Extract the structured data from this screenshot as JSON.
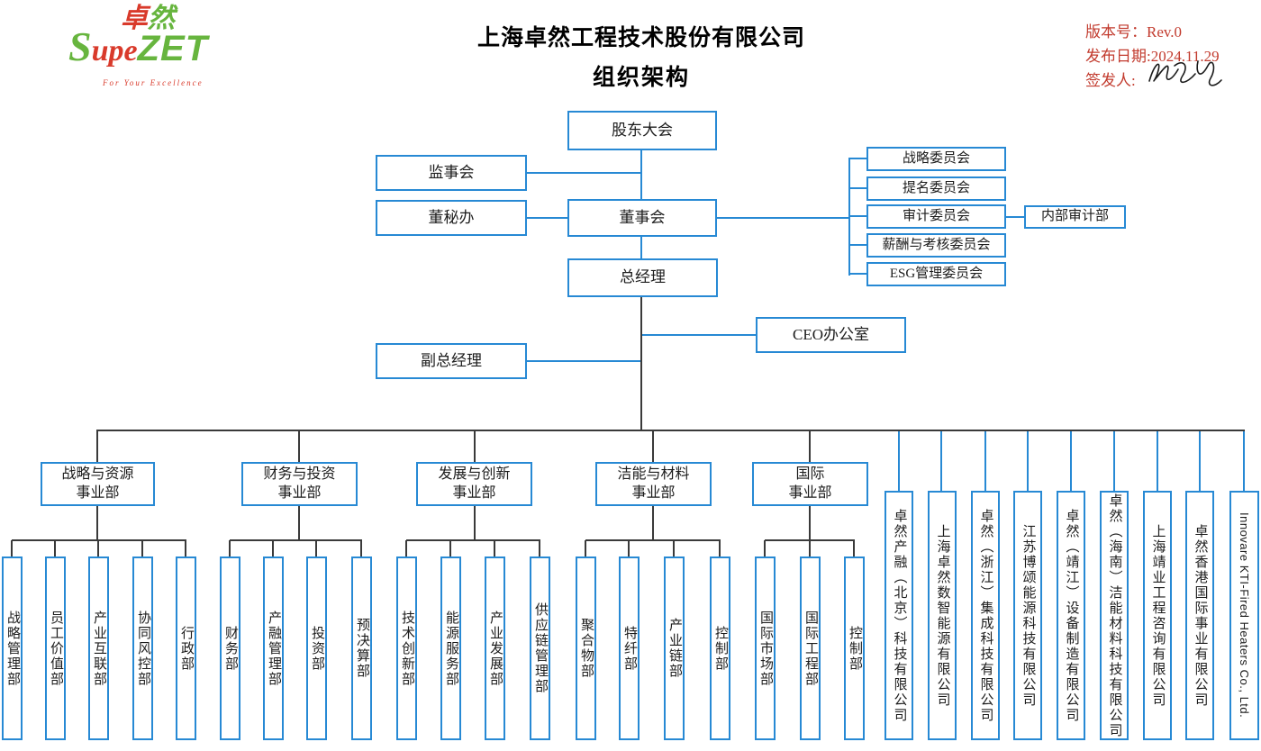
{
  "header": {
    "logo": {
      "hanzi_zhuo": "卓",
      "hanzi_ran": "然",
      "latin_s": "S",
      "latin_upe": "upe",
      "latin_zet": "ZET",
      "tagline": "For Your Excellence"
    },
    "title_line1": "上海卓然工程技术股份有限公司",
    "title_line2": "组织架构",
    "meta": {
      "version": "版本号：Rev.0",
      "release_date": "发布日期:2024.11.29",
      "signer_label": "签发人:"
    }
  },
  "governance": {
    "shareholders": "股东大会",
    "supervisory_board": "监事会",
    "board_secretary_office": "董秘办",
    "board": "董事会",
    "general_manager": "总经理",
    "ceo_office": "CEO办公室",
    "deputy_general_manager": "副总经理",
    "internal_audit": "内部审计部",
    "committees": [
      "战略委员会",
      "提名委员会",
      "审计委员会",
      "薪酬与考核委员会",
      "ESG管理委员会"
    ]
  },
  "divisions": [
    {
      "name": "战略与资源\n事业部",
      "departments": [
        "战略管理部",
        "员工价值部",
        "产业互联部",
        "协同风控部",
        "行政部"
      ]
    },
    {
      "name": "财务与投资\n事业部",
      "departments": [
        "财务部",
        "产融管理部",
        "投资部",
        "预决算部"
      ]
    },
    {
      "name": "发展与创新\n事业部",
      "departments": [
        "技术创新部",
        "能源服务部",
        "产业发展部",
        "供应链管理部"
      ]
    },
    {
      "name": "洁能与材料\n事业部",
      "departments": [
        "聚合物部",
        "特纤部",
        "产业链部",
        "控制部"
      ]
    },
    {
      "name": "国际\n事业部",
      "departments": [
        "国际市场部",
        "国际工程部",
        "控制部"
      ]
    }
  ],
  "subsidiaries": [
    "卓然产融（北京）科技有限公司",
    "上海卓然数智能源有限公司",
    "卓然（浙江）集成科技有限公司",
    "江苏博颂能源科技有限公司",
    "卓然（靖江）设备制造有限公司",
    "卓然（海南）洁能材料科技有限公司",
    "上海靖业工程咨询有限公司",
    "卓然香港国际事业有限公司",
    "Innovare KTI-Fired Heaters Co., Ltd."
  ],
  "colors": {
    "box_border_blue": "#2789d4",
    "connector_black": "#3a3a3a",
    "meta_red": "#c23b2e",
    "logo_green": "#67b53e",
    "logo_red": "#d93a2b"
  }
}
